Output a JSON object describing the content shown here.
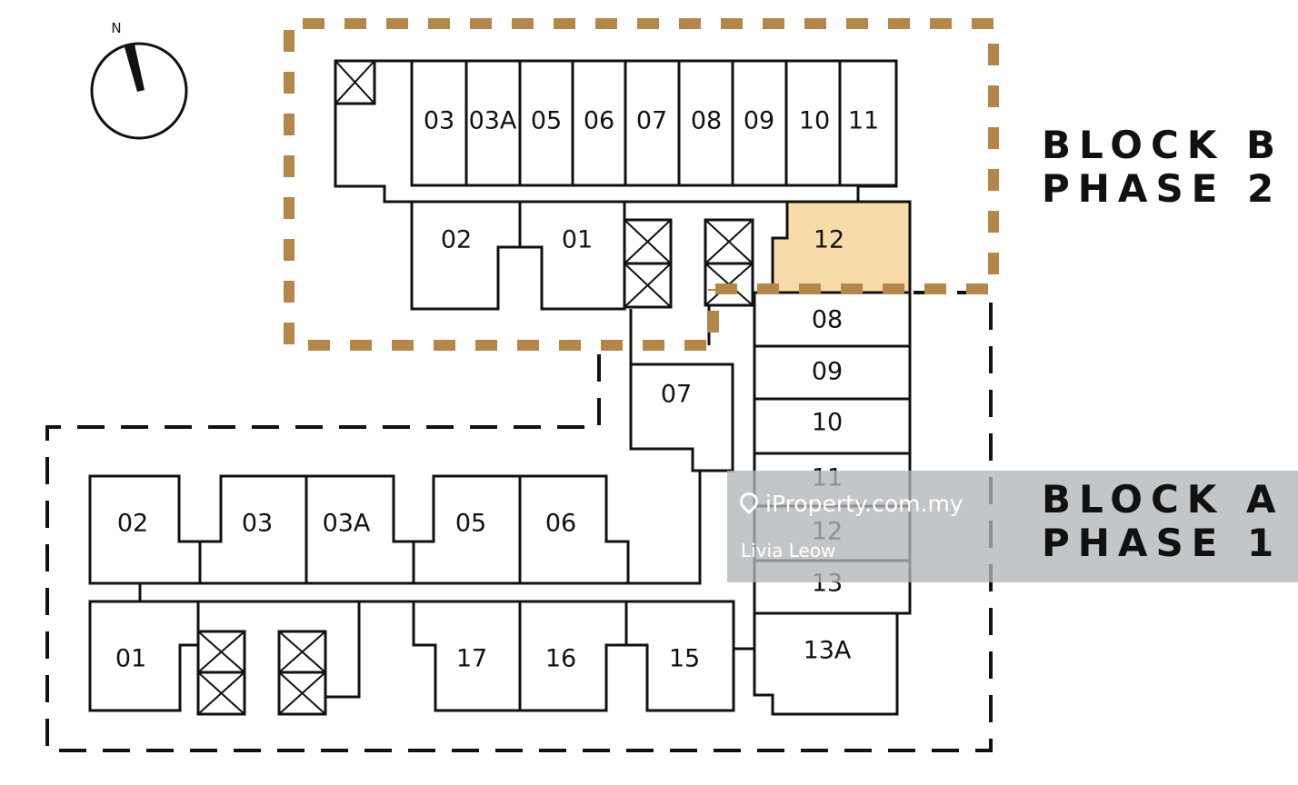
{
  "compass": {
    "north_label": "N",
    "icon": "compass-north-icon"
  },
  "block_b": {
    "title_line1": "BLOCK B",
    "title_line2": "PHASE 2",
    "border_color": "#b5864a",
    "top_row_units": [
      "03",
      "03A",
      "05",
      "06",
      "07",
      "08",
      "09",
      "10",
      "11"
    ],
    "lower_units": [
      "02",
      "01"
    ],
    "highlighted_unit": "12",
    "highlight_color": "#f7dcaa"
  },
  "block_a": {
    "title_line1": "BLOCK A",
    "title_line2": "PHASE 1",
    "tower_units": [
      "08",
      "09",
      "10",
      "11",
      "12",
      "13",
      "13A"
    ],
    "side_unit": "07",
    "upper_row_units": [
      "02",
      "03",
      "03A",
      "05",
      "06"
    ],
    "lower_row_units": [
      "01",
      "17",
      "16",
      "15"
    ]
  },
  "watermark": {
    "site": "iProperty.com.my",
    "agent": "Livia Leow"
  }
}
